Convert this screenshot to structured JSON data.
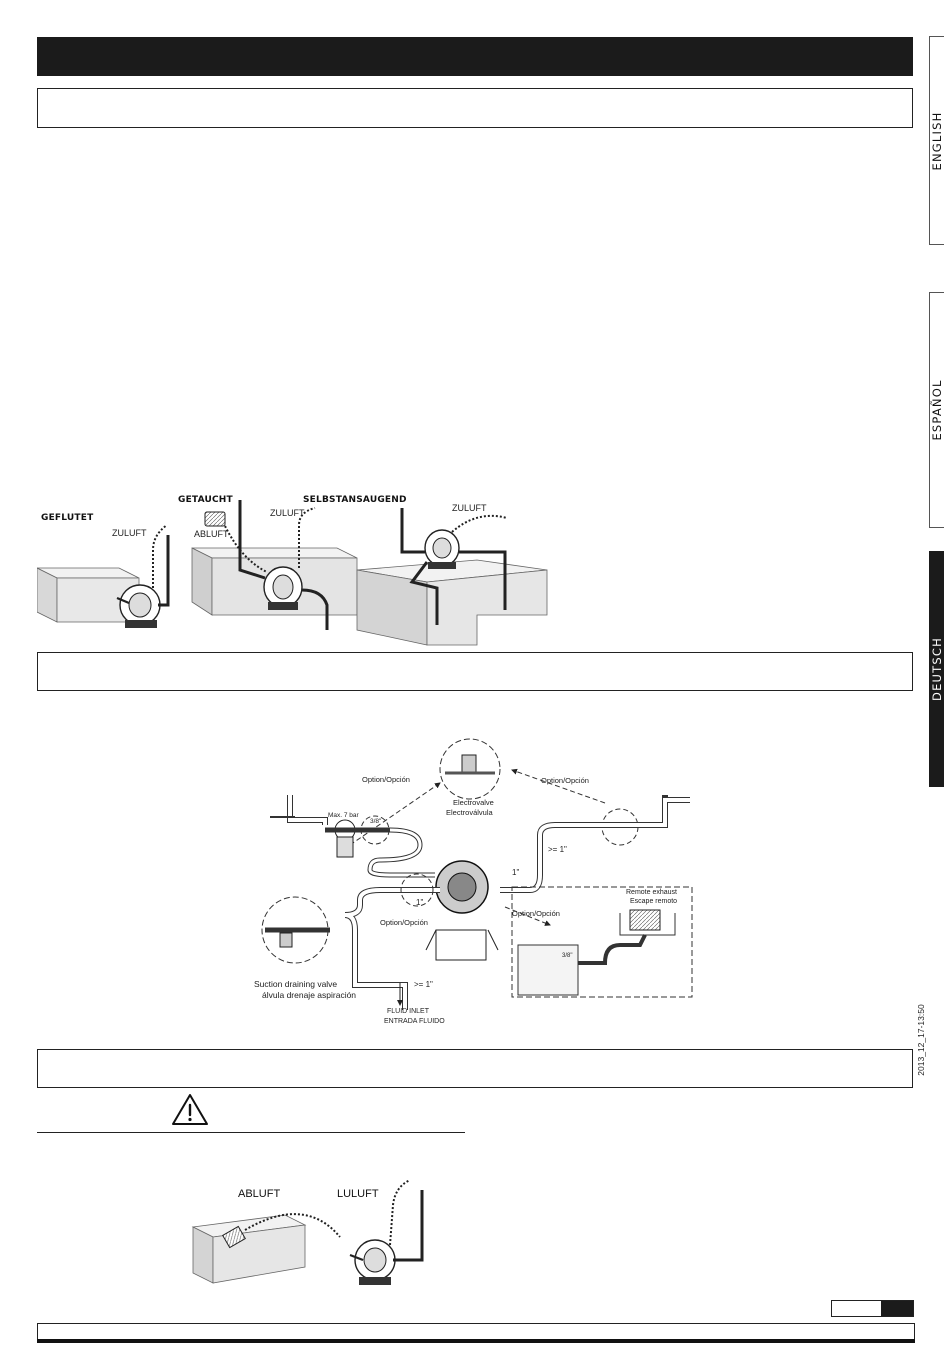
{
  "tabs": [
    {
      "label": "ENGLISH",
      "active": false
    },
    {
      "label": "ESPAÑOL",
      "active": false
    },
    {
      "label": "DEUTSCH",
      "active": true
    }
  ],
  "timestamp": "2013_12_17-13:50",
  "installation_figure": {
    "modes": [
      {
        "title": "GEFLUTET",
        "labels": [
          "ZULUFT"
        ]
      },
      {
        "title": "GETAUCHT",
        "labels": [
          "ZULUFT",
          "ABLUFT"
        ]
      },
      {
        "title": "SELBSTANSAUGEND",
        "labels": [
          "ZULUFT"
        ]
      }
    ]
  },
  "connection_diagram": {
    "option_left": "Option/Opción",
    "option_right": "Option/Opción",
    "option_mid": "Option/Opción",
    "option_lower": "Option/Opción",
    "electrovalve": "Electrovalve",
    "electrovalvula": "Electroválvula",
    "max_pressure": "Max. 7 bar",
    "air_size": "3/8\"",
    "exhaust_size": "3/8\"",
    "size_1in_a": "1\"",
    "size_1in_b": "1\"",
    "size_ge_1in_right": ">= 1\"",
    "size_ge_1in_bottom": ">= 1\"",
    "remote_exhaust": "Remote exhaust",
    "escape_remoto": "Escape remoto",
    "suction_valve": "Suction draining valve",
    "valvula_drenaje": "álvula drenaje aspiración",
    "fluid_inlet": "FLUID INLET",
    "entrada_fluido": "ENTRADA FLUIDO"
  },
  "warning_figure": {
    "abluft": "ABLUFT",
    "luluft": "LULUFT"
  }
}
